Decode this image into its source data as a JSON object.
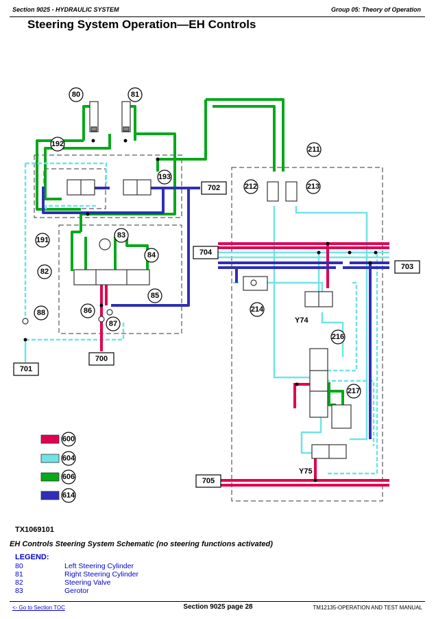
{
  "header": {
    "left": "Section 9025 - HYDRAULIC SYSTEM",
    "right": "Group 05: Theory of Operation"
  },
  "title": "Steering System Operation—EH Controls",
  "diagram": {
    "callouts": [
      "80",
      "81",
      "192",
      "193",
      "211",
      "212",
      "213",
      "83",
      "84",
      "85",
      "82",
      "86",
      "87",
      "88",
      "191",
      "214",
      "216",
      "217"
    ],
    "boxes": [
      "702",
      "704",
      "703",
      "700",
      "701",
      "705"
    ],
    "solenoids": [
      "Y74",
      "Y75"
    ],
    "color_key": [
      {
        "code": "600",
        "color": "#e0004f"
      },
      {
        "code": "604",
        "color": "#6fe3e6"
      },
      {
        "code": "606",
        "color": "#08a81b"
      },
      {
        "code": "614",
        "color": "#2e2eb8"
      }
    ]
  },
  "figure_id": "TX1069101",
  "caption": "EH Controls Steering System Schematic (no steering functions activated)",
  "legend": {
    "title": "LEGEND:",
    "items": [
      {
        "num": "80",
        "label": "Left Steering Cylinder"
      },
      {
        "num": "81",
        "label": "Right Steering Cylinder"
      },
      {
        "num": "82",
        "label": "Steering Valve"
      },
      {
        "num": "83",
        "label": "Gerotor"
      }
    ]
  },
  "footer": {
    "link": "<- Go to Section TOC",
    "page": "Section 9025 page 28",
    "right": "TM12135-OPERATION AND TEST MANUAL"
  }
}
